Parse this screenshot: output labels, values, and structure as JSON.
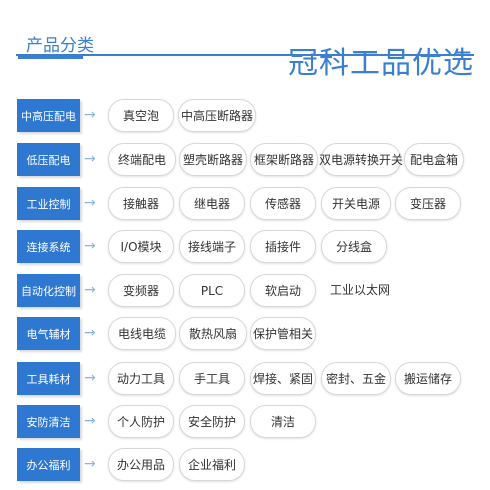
{
  "header": {
    "title": "产品分类",
    "brand": "冠科工品优选"
  },
  "arrow_glyph": "→",
  "categories": [
    {
      "label": "中高压配电",
      "items": [
        "真空泡",
        "中高压断路器"
      ]
    },
    {
      "label": "低压配电",
      "items": [
        "终端配电",
        "塑壳断路器",
        "框架断路器",
        "双电源转换开关",
        "配电盒箱"
      ]
    },
    {
      "label": "工业控制",
      "items": [
        "接触器",
        "继电器",
        "传感器",
        "开关电源",
        "变压器"
      ]
    },
    {
      "label": "连接系统",
      "items": [
        "I/O模块",
        "接线端子",
        "插接件",
        "分线盒"
      ]
    },
    {
      "label": "自动化控制",
      "items": [
        "变频器",
        "PLC",
        "软启动",
        "工业以太网"
      ]
    },
    {
      "label": "电气辅材",
      "items": [
        "电线电缆",
        "散热风扇",
        "保护管相关"
      ]
    },
    {
      "label": "工具耗材",
      "items": [
        "动力工具",
        "手工具",
        "焊接、紧固",
        "密封、五金",
        "搬运储存"
      ]
    },
    {
      "label": "安防清洁",
      "items": [
        "个人防护",
        "安全防护",
        "清洁"
      ]
    },
    {
      "label": "办公福利",
      "items": [
        "办公用品",
        "企业福利"
      ]
    }
  ]
}
